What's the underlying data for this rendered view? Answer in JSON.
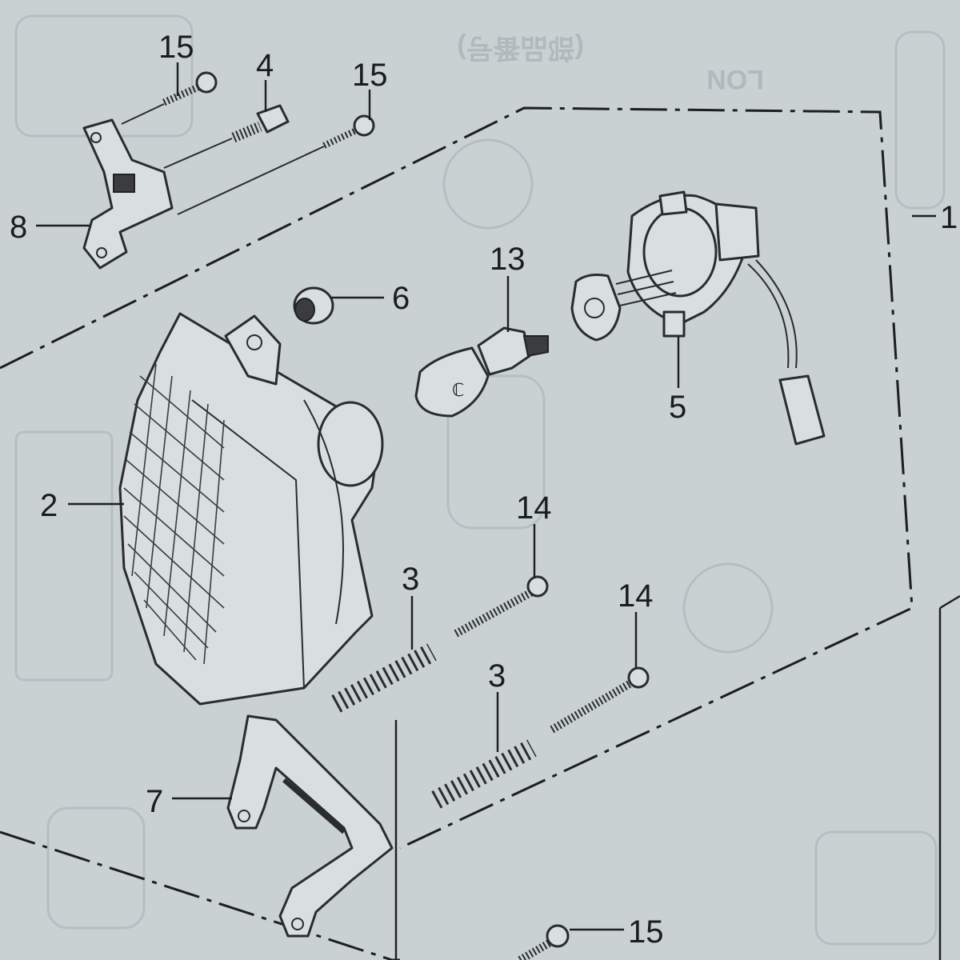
{
  "diagram": {
    "callouts": [
      {
        "key": "c15a",
        "label": "15"
      },
      {
        "key": "c4",
        "label": "4"
      },
      {
        "key": "c15b",
        "label": "15"
      },
      {
        "key": "c1",
        "label": "1"
      },
      {
        "key": "c8",
        "label": "8"
      },
      {
        "key": "c13",
        "label": "13"
      },
      {
        "key": "c6",
        "label": "6"
      },
      {
        "key": "c5",
        "label": "5"
      },
      {
        "key": "c2",
        "label": "2"
      },
      {
        "key": "c14a",
        "label": "14"
      },
      {
        "key": "c3a",
        "label": "3"
      },
      {
        "key": "c14b",
        "label": "14"
      },
      {
        "key": "c3b",
        "label": "3"
      },
      {
        "key": "c7",
        "label": "7"
      },
      {
        "key": "c15c",
        "label": "15"
      }
    ],
    "background_text": {
      "top_note": "(部品番号)",
      "lon": "LON"
    },
    "colors": {
      "paper": "#c9d1d3",
      "ink": "#1d1e20",
      "ghost": "#b5bfc2"
    }
  }
}
